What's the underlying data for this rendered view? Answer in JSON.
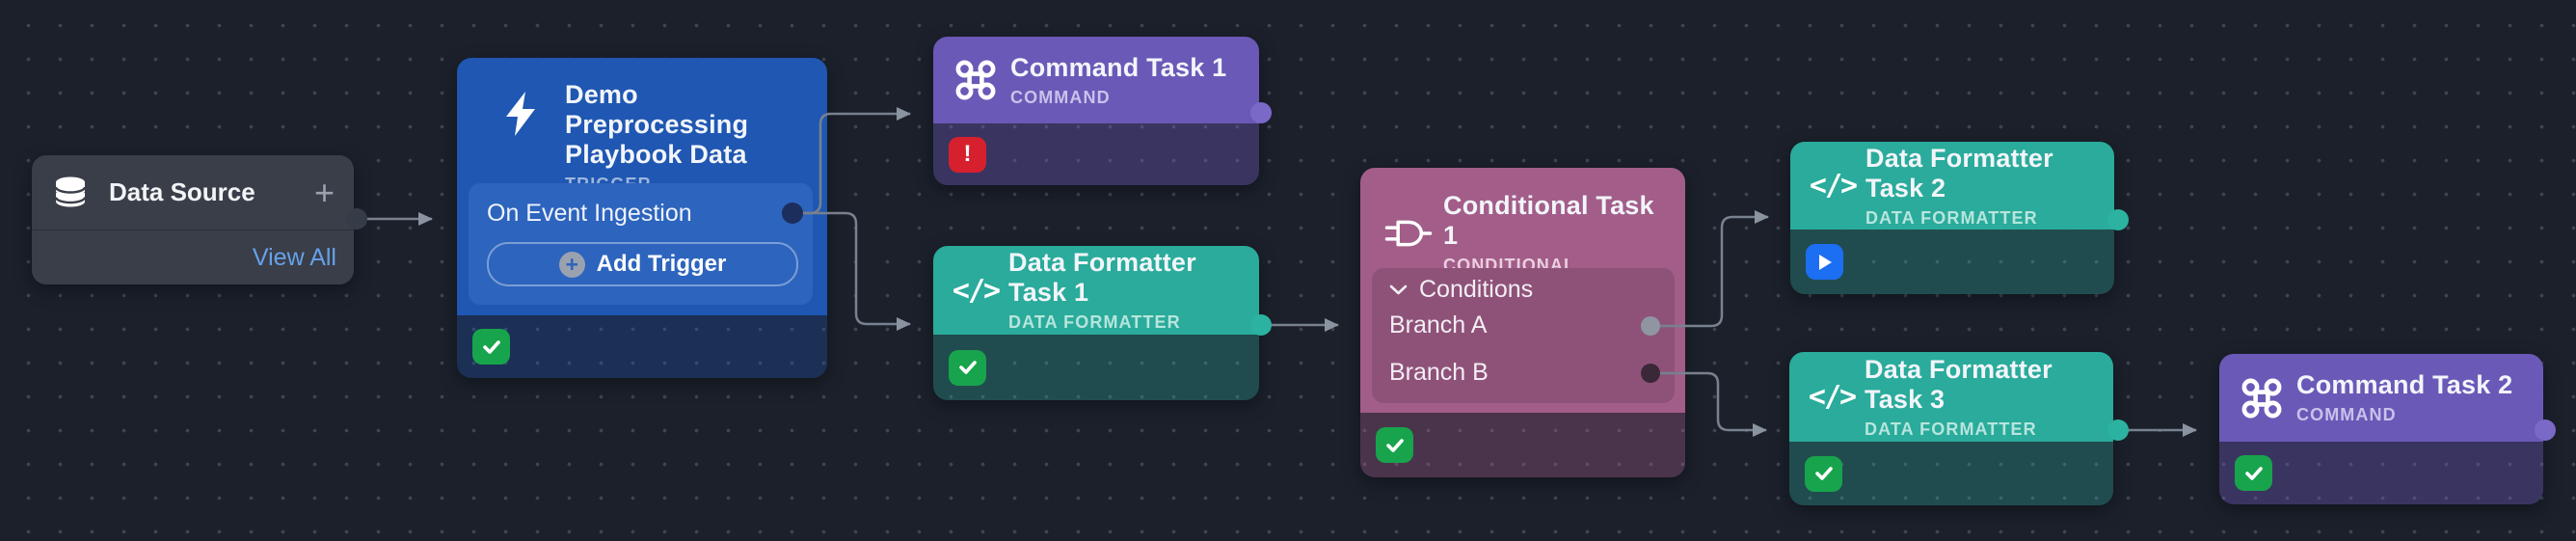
{
  "canvas": {
    "background_color": "#1b202b",
    "grid_dot_color": "#3e4450",
    "connector_color": "#78818e"
  },
  "colors": {
    "trigger_blue": "#1f57b2",
    "command_purple": "#6b59b8",
    "data_formatter_teal": "#2aab9b",
    "conditional_pink": "#a35d89",
    "status_success_green": "#18a44c",
    "status_error_red": "#d7202d",
    "status_running_blue": "#1c6ff2",
    "link_blue": "#66a1e9"
  },
  "nodes": {
    "data_source": {
      "title": "Data Source",
      "add_button": "+",
      "view_all_link": "View All",
      "icon": "database-icon"
    },
    "trigger": {
      "title": "Demo Preprocessing Playbook Data",
      "type_label": "TRIGGER",
      "event_row": "On Event Ingestion",
      "add_trigger_button": "Add Trigger",
      "add_trigger_plus": "+",
      "icon": "lightning-icon",
      "status": "success"
    },
    "command1": {
      "title": "Command Task 1",
      "type_label": "COMMAND",
      "icon": "command-icon",
      "status": "error",
      "error_glyph": "!"
    },
    "formatter1": {
      "title": "Data Formatter Task 1",
      "type_label": "DATA FORMATTER",
      "icon": "code-icon",
      "icon_glyph": "</>",
      "status": "success"
    },
    "conditional": {
      "title": "Conditional Task 1",
      "type_label": "CONDITIONAL",
      "section_label": "Conditions",
      "branch_a": "Branch A",
      "branch_b": "Branch B",
      "icon": "logic-gate-icon",
      "status": "success"
    },
    "formatter2": {
      "title": "Data Formatter Task 2",
      "type_label": "DATA FORMATTER",
      "icon": "code-icon",
      "icon_glyph": "</>",
      "status": "running"
    },
    "formatter3": {
      "title": "Data Formatter Task 3",
      "type_label": "DATA FORMATTER",
      "icon": "code-icon",
      "icon_glyph": "</>",
      "status": "success"
    },
    "command2": {
      "title": "Command Task 2",
      "type_label": "COMMAND",
      "icon": "command-icon",
      "status": "success"
    }
  },
  "edges": [
    {
      "from": "data-source",
      "to": "trigger-node"
    },
    {
      "from": "trigger-on-event-ingestion",
      "to": "command-task-1"
    },
    {
      "from": "trigger-on-event-ingestion",
      "to": "data-formatter-task-1"
    },
    {
      "from": "data-formatter-task-1",
      "to": "conditional-task-1"
    },
    {
      "from": "conditional-branch-a",
      "to": "data-formatter-task-2"
    },
    {
      "from": "conditional-branch-b",
      "to": "data-formatter-task-3"
    },
    {
      "from": "data-formatter-task-3",
      "to": "command-task-2"
    }
  ]
}
